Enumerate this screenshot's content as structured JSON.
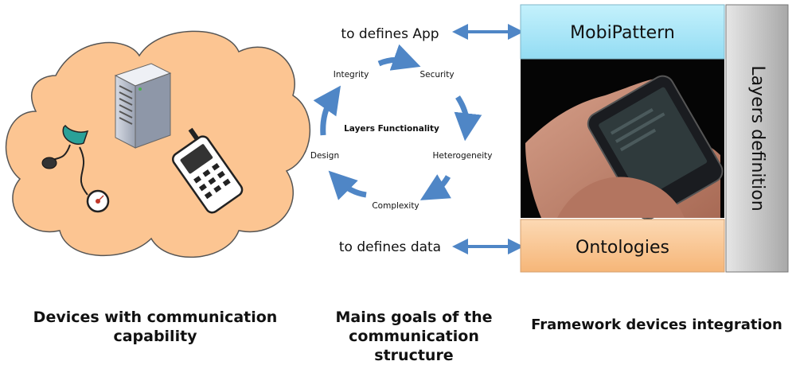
{
  "cloud": {
    "caption": "Devices with communication capability"
  },
  "goals": {
    "app_label": "to defines App",
    "data_label": "to defines data",
    "center_label": "Layers Functionality",
    "cycle_items": [
      "Integrity",
      "Security",
      "Heterogeneity",
      "Complexity",
      "Design"
    ],
    "caption": "Mains goals of the communication structure"
  },
  "framework": {
    "top_box": "MobiPattern",
    "bottom_box": "Ontologies",
    "side_label": "Layers definition",
    "caption": "Framework devices integration"
  },
  "colors": {
    "cloud_fill": "#fcc592",
    "cloud_stroke": "#555555",
    "cycle_arrow": "#4f86c6",
    "link_arrow": "#4f86c6",
    "top_box_fill": "#a6e6f8",
    "bottom_box_fill": "#fbc896",
    "side_bar_fill": "#c9c9c9"
  }
}
